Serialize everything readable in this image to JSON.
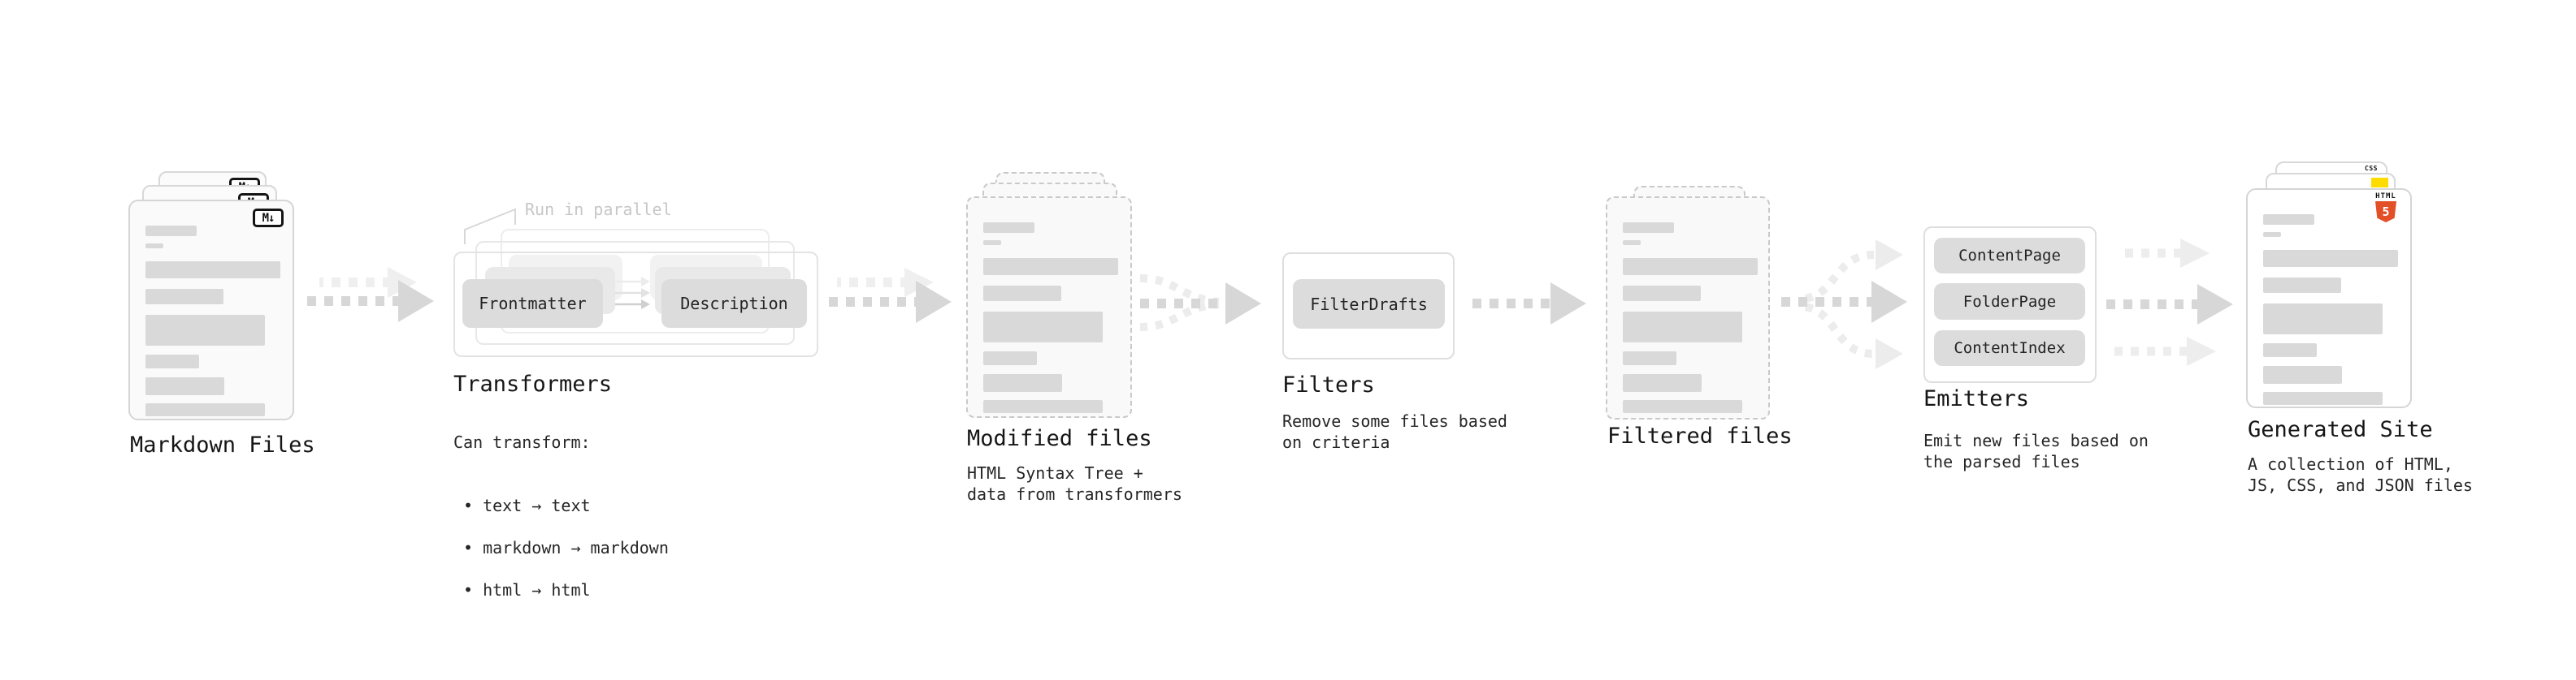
{
  "nodes": {
    "markdown_files": {
      "label": "Markdown Files",
      "badge": "M↓"
    },
    "transformers": {
      "label": "Transformers",
      "annotation": "Run in parallel",
      "pill_left": "Frontmatter",
      "pill_right": "Description",
      "desc_title": "Can transform:",
      "bullets": [
        "• text → text",
        "• markdown → markdown",
        "• html → html"
      ]
    },
    "modified_files": {
      "label": "Modified files",
      "description": "HTML Syntax Tree +\ndata from transformers"
    },
    "filters": {
      "label": "Filters",
      "pill": "FilterDrafts",
      "description": "Remove some files based\non criteria"
    },
    "filtered_files": {
      "label": "Filtered files"
    },
    "emitters": {
      "label": "Emitters",
      "pills": [
        "ContentPage",
        "FolderPage",
        "ContentIndex"
      ],
      "description": "Emit new files based on\nthe parsed files"
    },
    "generated_site": {
      "label": "Generated Site",
      "description": "A collection of HTML,\nJS, CSS, and JSON files",
      "html5_caption": "HTML",
      "html5_number": "5",
      "css_label": "CSS"
    }
  },
  "colors": {
    "html5_orange": "#e34f26",
    "js_yellow": "#ffdc00",
    "css_blue": "#2f6bef",
    "pill_gray": "#dcdcdc",
    "skeleton_bar_gray": "#d9d9d9",
    "arrow_gray": "#d7d7d7",
    "arrow_ghost_gray": "#efefef",
    "annotation_gray": "#c7c7c7"
  }
}
